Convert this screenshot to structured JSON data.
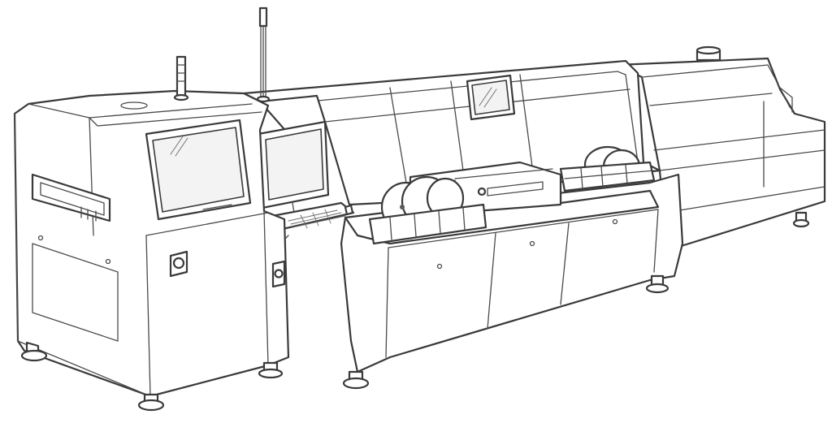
{
  "scene": {
    "subject": "surface-mount-technology-assembly-line",
    "style": "line-art",
    "colors": {
      "background": "#ffffff",
      "stroke": "#3a3a3a",
      "panel": "#f3f3f3"
    },
    "modules": [
      "stencil-printer",
      "pick-and-place-machine",
      "reflow-oven"
    ]
  }
}
